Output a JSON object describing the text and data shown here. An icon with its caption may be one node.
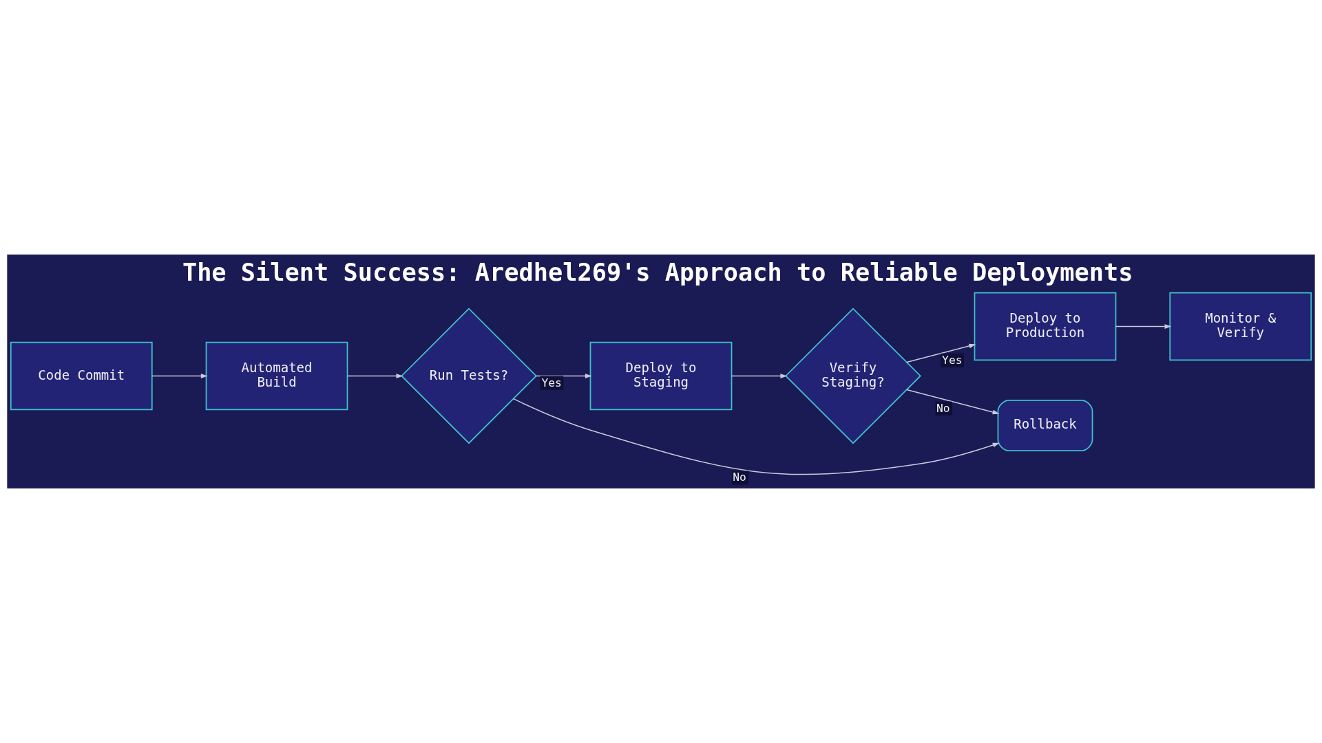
{
  "diagram": {
    "title": "The Silent Success: Aredhel269's Approach to Reliable Deployments",
    "nodes": [
      {
        "text": [
          "Code Commit"
        ]
      },
      {
        "text": [
          "Automated Build"
        ]
      },
      {
        "text": [
          "Run Tests?"
        ]
      },
      {
        "text": [
          "Deploy to Staging"
        ]
      },
      {
        "text": [
          "Verify Staging?"
        ]
      },
      {
        "text": [
          "Deploy to Production"
        ]
      },
      {
        "text": [
          "Monitor & Verify"
        ]
      },
      {
        "text": [
          "Rollback"
        ]
      }
    ],
    "edges": [
      {
        "from": 0,
        "to": 1,
        "arrow": "to"
      },
      {
        "from": 1,
        "to": 2,
        "arrow": "to"
      },
      {
        "from": 2,
        "to": 3,
        "arrow": "to",
        "label": "Yes"
      },
      {
        "from": 3,
        "to": 4,
        "arrow": "to"
      },
      {
        "from": 4,
        "to": 5,
        "arrow": "to",
        "label": "Yes"
      },
      {
        "from": 5,
        "to": 6,
        "arrow": "to"
      },
      {
        "from": 4,
        "to": 7,
        "arrow": "to",
        "label": "No"
      },
      {
        "from": 2,
        "to": 7,
        "arrow": "to",
        "label": "No"
      }
    ]
  }
}
